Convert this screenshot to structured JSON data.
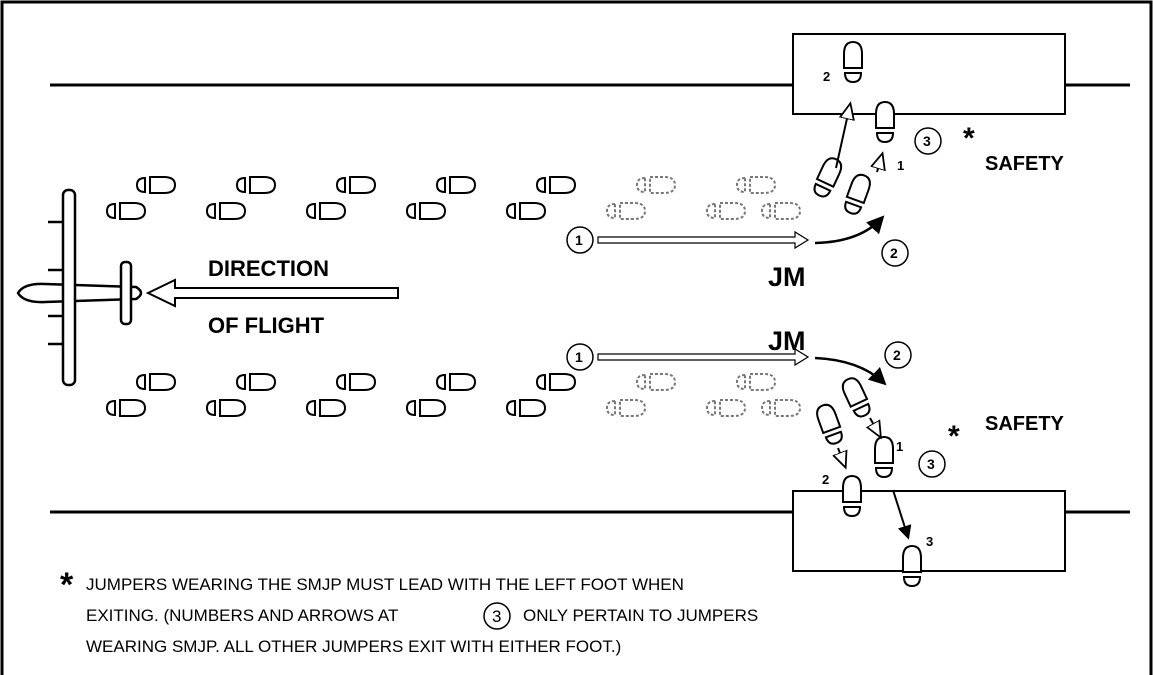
{
  "labels": {
    "direction_line1": "DIRECTION",
    "direction_line2": "OF FLIGHT",
    "jm": "JM",
    "safety": "SAFETY",
    "asterisk": "*"
  },
  "markers": {
    "one": "1",
    "two": "2",
    "three": "3"
  },
  "footnote": {
    "line1": "JUMPERS WEARING THE SMJP MUST LEAD WITH THE LEFT FOOT WHEN",
    "line2a": "EXITING.  (NUMBERS AND ARROWS AT",
    "line2_circle": "3",
    "line2b": "ONLY PERTAIN TO JUMPERS",
    "line3": "WEARING SMJP.  ALL OTHER JUMPERS EXIT WITH EITHER FOOT.)"
  },
  "icons": {
    "aircraft": "aircraft-icon",
    "footprint": "footprint-icon",
    "direction_arrow": "arrow-left-icon"
  }
}
